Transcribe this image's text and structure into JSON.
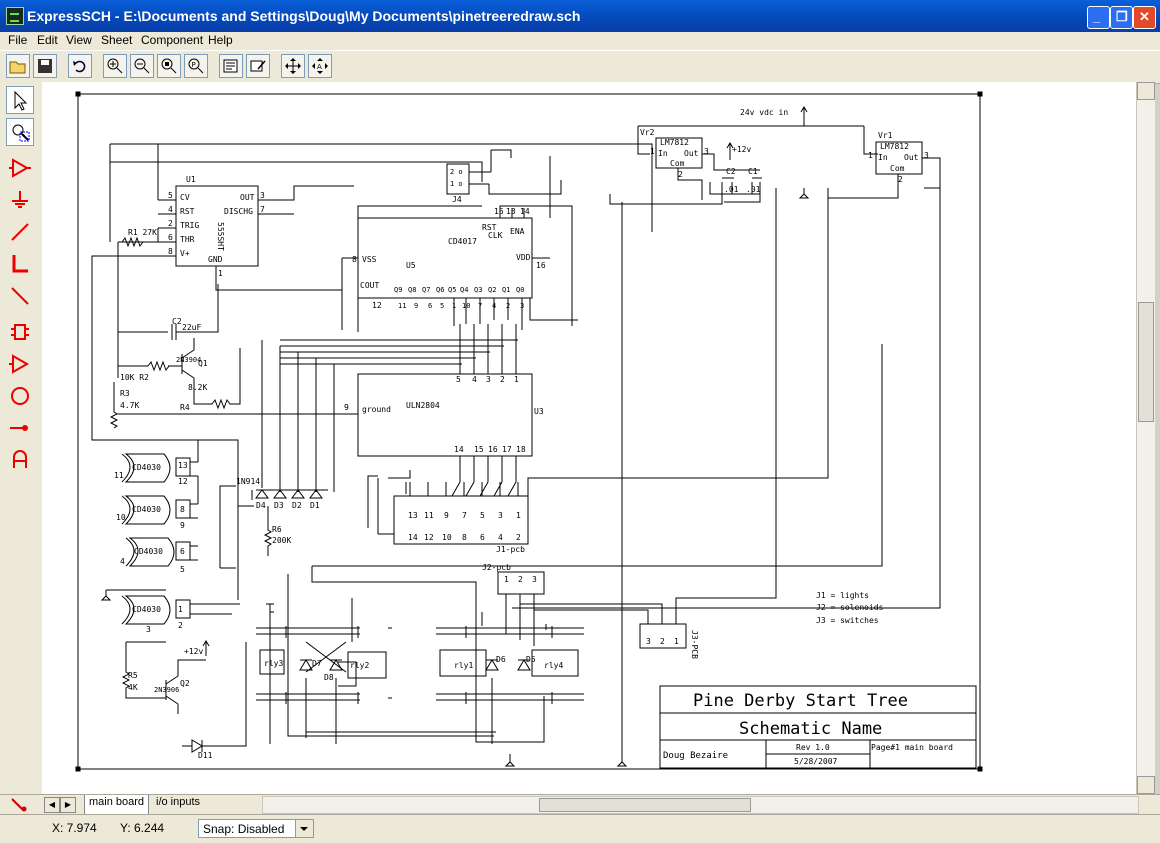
{
  "window": {
    "title": "ExpressSCH - E:\\Documents and Settings\\Doug\\My Documents\\pinetreeredraw.sch"
  },
  "menu": [
    "File",
    "Edit",
    "View",
    "Sheet",
    "Component",
    "Help"
  ],
  "tabs": [
    "main board",
    "i/o inputs"
  ],
  "status": {
    "x": "X: 7.974",
    "y": "Y: 6.244",
    "snap_label": "Snap:",
    "snap_value": "Disabled"
  },
  "schematic": {
    "title_block": {
      "project": "Pine Derby Start Tree",
      "sheet_name": "Schematic Name",
      "author": "Doug Bezaire",
      "rev": "Rev 1.0",
      "date": "5/28/2007",
      "page": "Page#1 main board"
    },
    "notes": [
      "J1 = lights",
      "J2 = solenoids",
      "J3 = switches"
    ],
    "power_label": "24v vdc in",
    "plus12_1": "+12v",
    "plus12_2": "+12v",
    "u1": {
      "ref": "U1",
      "part": "555SHT",
      "pins": [
        "CV",
        "RST",
        "TRIG",
        "THR",
        "V+"
      ],
      "out": "OUT",
      "dis": "DISCHG",
      "gnd": "GND",
      "n": [
        "5",
        "4",
        "2",
        "6",
        "8",
        "3",
        "7",
        "1"
      ]
    },
    "r1": "R1 27K",
    "j4": "J4",
    "u5": {
      "ref": "U5",
      "part": "CD4017",
      "rst": "RST",
      "clk": "CLK",
      "ena": "ENA",
      "vss": "VSS",
      "vdd": "VDD",
      "cout": "COUT",
      "outs": [
        "Q9",
        "Q8",
        "Q7",
        "Q6",
        "Q5",
        "Q4",
        "Q3",
        "Q2",
        "Q1",
        "Q0"
      ],
      "nums": [
        "11",
        "9",
        "6",
        "5",
        "1",
        "10",
        "7",
        "4",
        "2",
        "3"
      ],
      "top": [
        "15",
        "13",
        "14"
      ],
      "n8": "8",
      "n16": "16",
      "n12": "12"
    },
    "c2": {
      "ref": "C2",
      "val": "22uF"
    },
    "q1": "Q1",
    "q1part": "2N3904",
    "r2": "10K R2",
    "r3": "R3",
    "r3v": "4.7K",
    "r4": "R4",
    "r4v": "8.2K",
    "u3": {
      "part": "ULN2804",
      "ref": "U3",
      "ground": "ground",
      "in_nums": [
        "5",
        "4",
        "3",
        "2",
        "1"
      ],
      "out_nums": [
        "14",
        "15",
        "16",
        "17",
        "18"
      ],
      "n9": "9"
    },
    "cd4030": "CD4030",
    "gates": [
      [
        "13",
        "12",
        "11"
      ],
      [
        "8",
        "9",
        "10"
      ],
      [
        "6",
        "5",
        "4"
      ],
      [
        "1",
        "2",
        "3"
      ]
    ],
    "d_label": "1N914",
    "diodes": [
      "D4",
      "D3",
      "D2",
      "D1"
    ],
    "r6": "R6",
    "r6v": "200K",
    "j1": {
      "ref": "J1-pcb",
      "top": [
        "13",
        "11",
        "9",
        "7",
        "5",
        "3",
        "1"
      ],
      "bot": [
        "14",
        "12",
        "10",
        "8",
        "6",
        "4",
        "2"
      ]
    },
    "j2": {
      "ref": "J2-pcb",
      "pins": [
        "1",
        "2",
        "3"
      ]
    },
    "j3": {
      "ref": "J3-PCB",
      "pins": [
        "3",
        "2",
        "1"
      ]
    },
    "vr1": {
      "ref": "Vr1",
      "part": "LM7812",
      "in": "In",
      "out": "Out",
      "com": "Com",
      "n1": "1",
      "n2": "2",
      "n3": "3"
    },
    "vr2": {
      "ref": "Vr2",
      "part": "LM7812",
      "in": "In",
      "out": "Out",
      "com": "Com",
      "n1": "1",
      "n2": "2",
      "n3": "3"
    },
    "c_labels": [
      "C2",
      "C1",
      ".01",
      ".01"
    ],
    "relays": [
      "rly3",
      "rly2",
      "rly1",
      "rly4"
    ],
    "rdiodes": [
      "D7",
      "D8",
      "D6",
      "D5"
    ],
    "q2": "Q2",
    "q2part": "2N3906",
    "r5": "R5",
    "r5v": "4K",
    "d11": "D11"
  }
}
